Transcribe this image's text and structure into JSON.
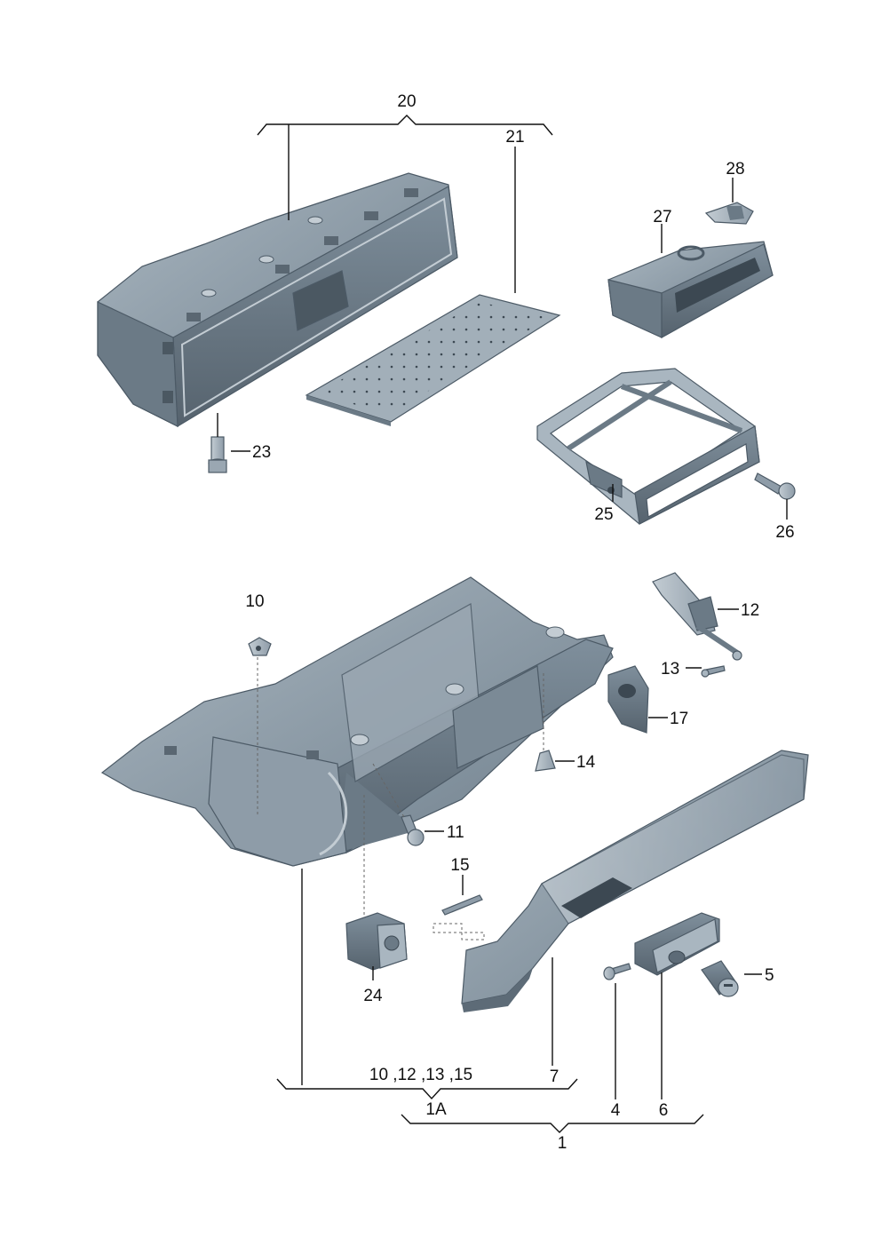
{
  "diagram": {
    "type": "exploded parts diagram",
    "background": "#ffffff",
    "part_colors": {
      "body": "#7f8f9c",
      "light": "#a9b6c0",
      "dark": "#5d6b77",
      "edge": "#4c5a66"
    },
    "labels": {
      "p1": "1",
      "p1A": "1A",
      "p4": "4",
      "p5": "5",
      "p6": "6",
      "p7": "7",
      "p10": "10",
      "p11": "11",
      "p12": "12",
      "p13": "13",
      "p14": "14",
      "p15": "15",
      "p17": "17",
      "p20": "20",
      "p21": "21",
      "p23": "23",
      "p24": "24",
      "p25": "25",
      "p26": "26",
      "p27": "27",
      "p28": "28",
      "group_1A": "10 ,12 ,13 ,15"
    }
  }
}
